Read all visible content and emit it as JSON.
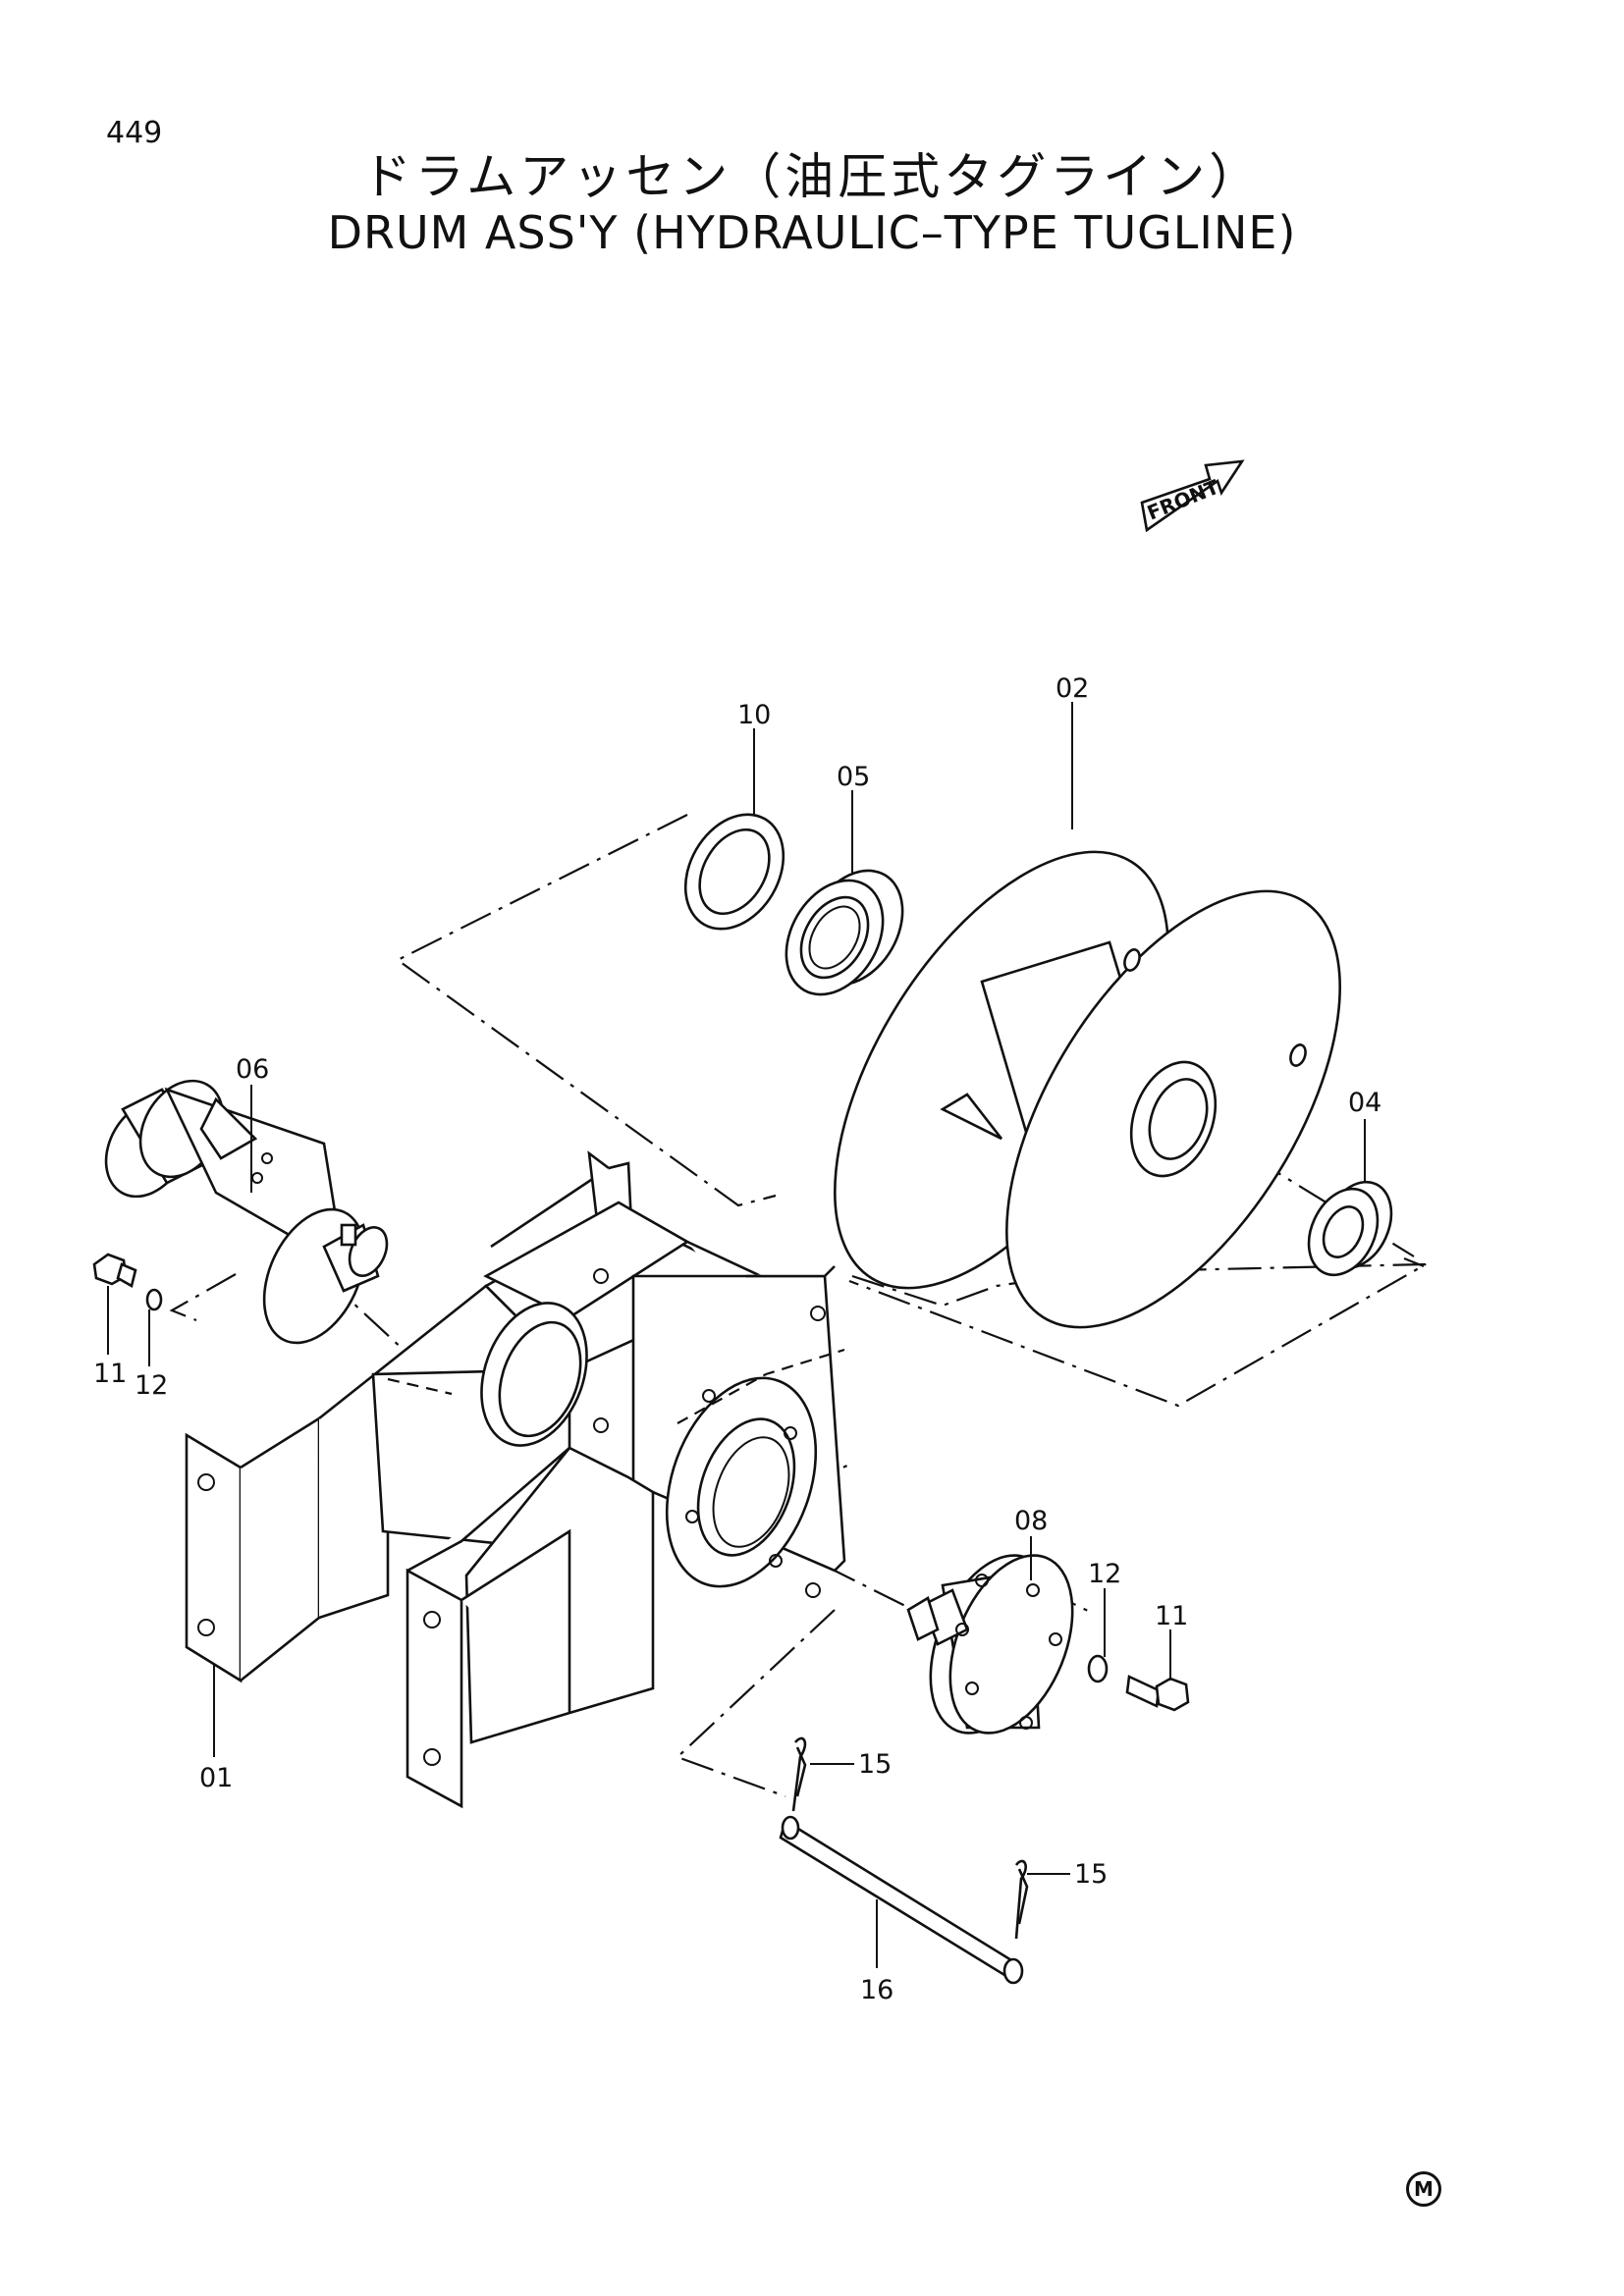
{
  "page_number": "449",
  "title_jp": "ドラムアッセン（油圧式タグライン）",
  "title_en": "DRUM ASS'Y (HYDRAULIC–TYPE TUGLINE)",
  "front_label": "FRONT",
  "mark": "M",
  "parts": {
    "p01": "01",
    "p02": "02",
    "p04": "04",
    "p05": "05",
    "p06": "06",
    "p08": "08",
    "p10": "10",
    "p11a": "11",
    "p11b": "11",
    "p12a": "12",
    "p12b": "12",
    "p15a": "15",
    "p15b": "15",
    "p16": "16"
  }
}
